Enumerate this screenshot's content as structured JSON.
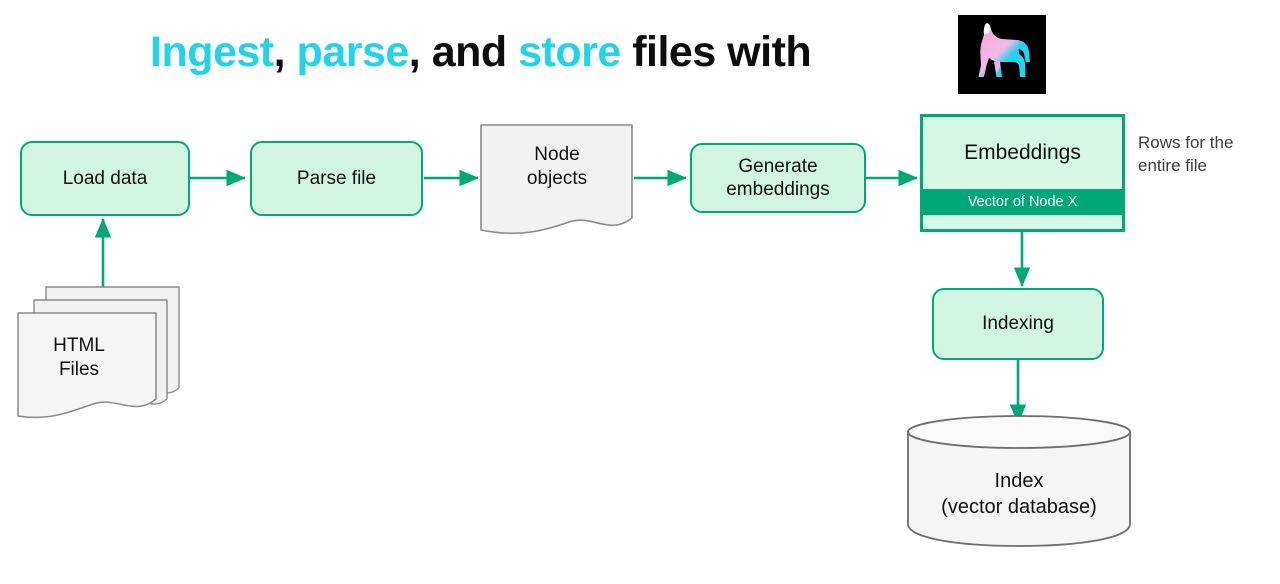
{
  "title": {
    "part1": "Ingest",
    "sep1": ", ",
    "part2": "parse",
    "sep2": ", and ",
    "part3": "store",
    "part4": " files with",
    "highlight_color": "#22d3ee",
    "text_color": "#0d0d0d"
  },
  "logo": {
    "name": "llamaindex-llama-logo",
    "background": "#000000",
    "color_pink": "#f9a8d4",
    "color_cyan": "#22d3ee"
  },
  "theme": {
    "node_fill": "#d2f5e3",
    "node_border": "#00a878",
    "accent_row": "#00a878",
    "doc_fill": "#f2f2f2",
    "doc_border": "#808080",
    "arrow_color": "#00a878"
  },
  "diagram": {
    "type": "flowchart",
    "nodes": [
      {
        "id": "html-files",
        "label": "HTML\nFiles",
        "shape": "document-stack"
      },
      {
        "id": "load-data",
        "label": "Load data",
        "shape": "rounded-box"
      },
      {
        "id": "parse-file",
        "label": "Parse file",
        "shape": "rounded-box"
      },
      {
        "id": "node-objects",
        "label": "Node\nobjects",
        "shape": "document"
      },
      {
        "id": "generate-embeddings",
        "label": "Generate\nembeddings",
        "shape": "rounded-box"
      },
      {
        "id": "embeddings",
        "label": "Embeddings",
        "shape": "table"
      },
      {
        "id": "indexing",
        "label": "Indexing",
        "shape": "rounded-box"
      },
      {
        "id": "index-db",
        "label": "Index\n(vector database)",
        "shape": "cylinder"
      }
    ],
    "labels": {
      "html_files_line1": "HTML",
      "html_files_line2": "Files",
      "load_data": "Load data",
      "parse_file": "Parse file",
      "node_objects_line1": "Node",
      "node_objects_line2": "objects",
      "generate_line1": "Generate",
      "generate_line2": "embeddings",
      "embeddings_header": "Embeddings",
      "embeddings_row": "Vector of Node X",
      "rows_note_line1": "Rows for the",
      "rows_note_line2": "entire file",
      "indexing": "Indexing",
      "index_line1": "Index",
      "index_line2": "(vector database)"
    },
    "edges": [
      {
        "from": "html-files",
        "to": "load-data",
        "direction": "up"
      },
      {
        "from": "load-data",
        "to": "parse-file",
        "direction": "right"
      },
      {
        "from": "parse-file",
        "to": "node-objects",
        "direction": "right"
      },
      {
        "from": "node-objects",
        "to": "generate-embeddings",
        "direction": "right"
      },
      {
        "from": "generate-embeddings",
        "to": "embeddings",
        "direction": "right"
      },
      {
        "from": "embeddings",
        "to": "indexing",
        "direction": "down"
      },
      {
        "from": "indexing",
        "to": "index-db",
        "direction": "down"
      }
    ]
  }
}
